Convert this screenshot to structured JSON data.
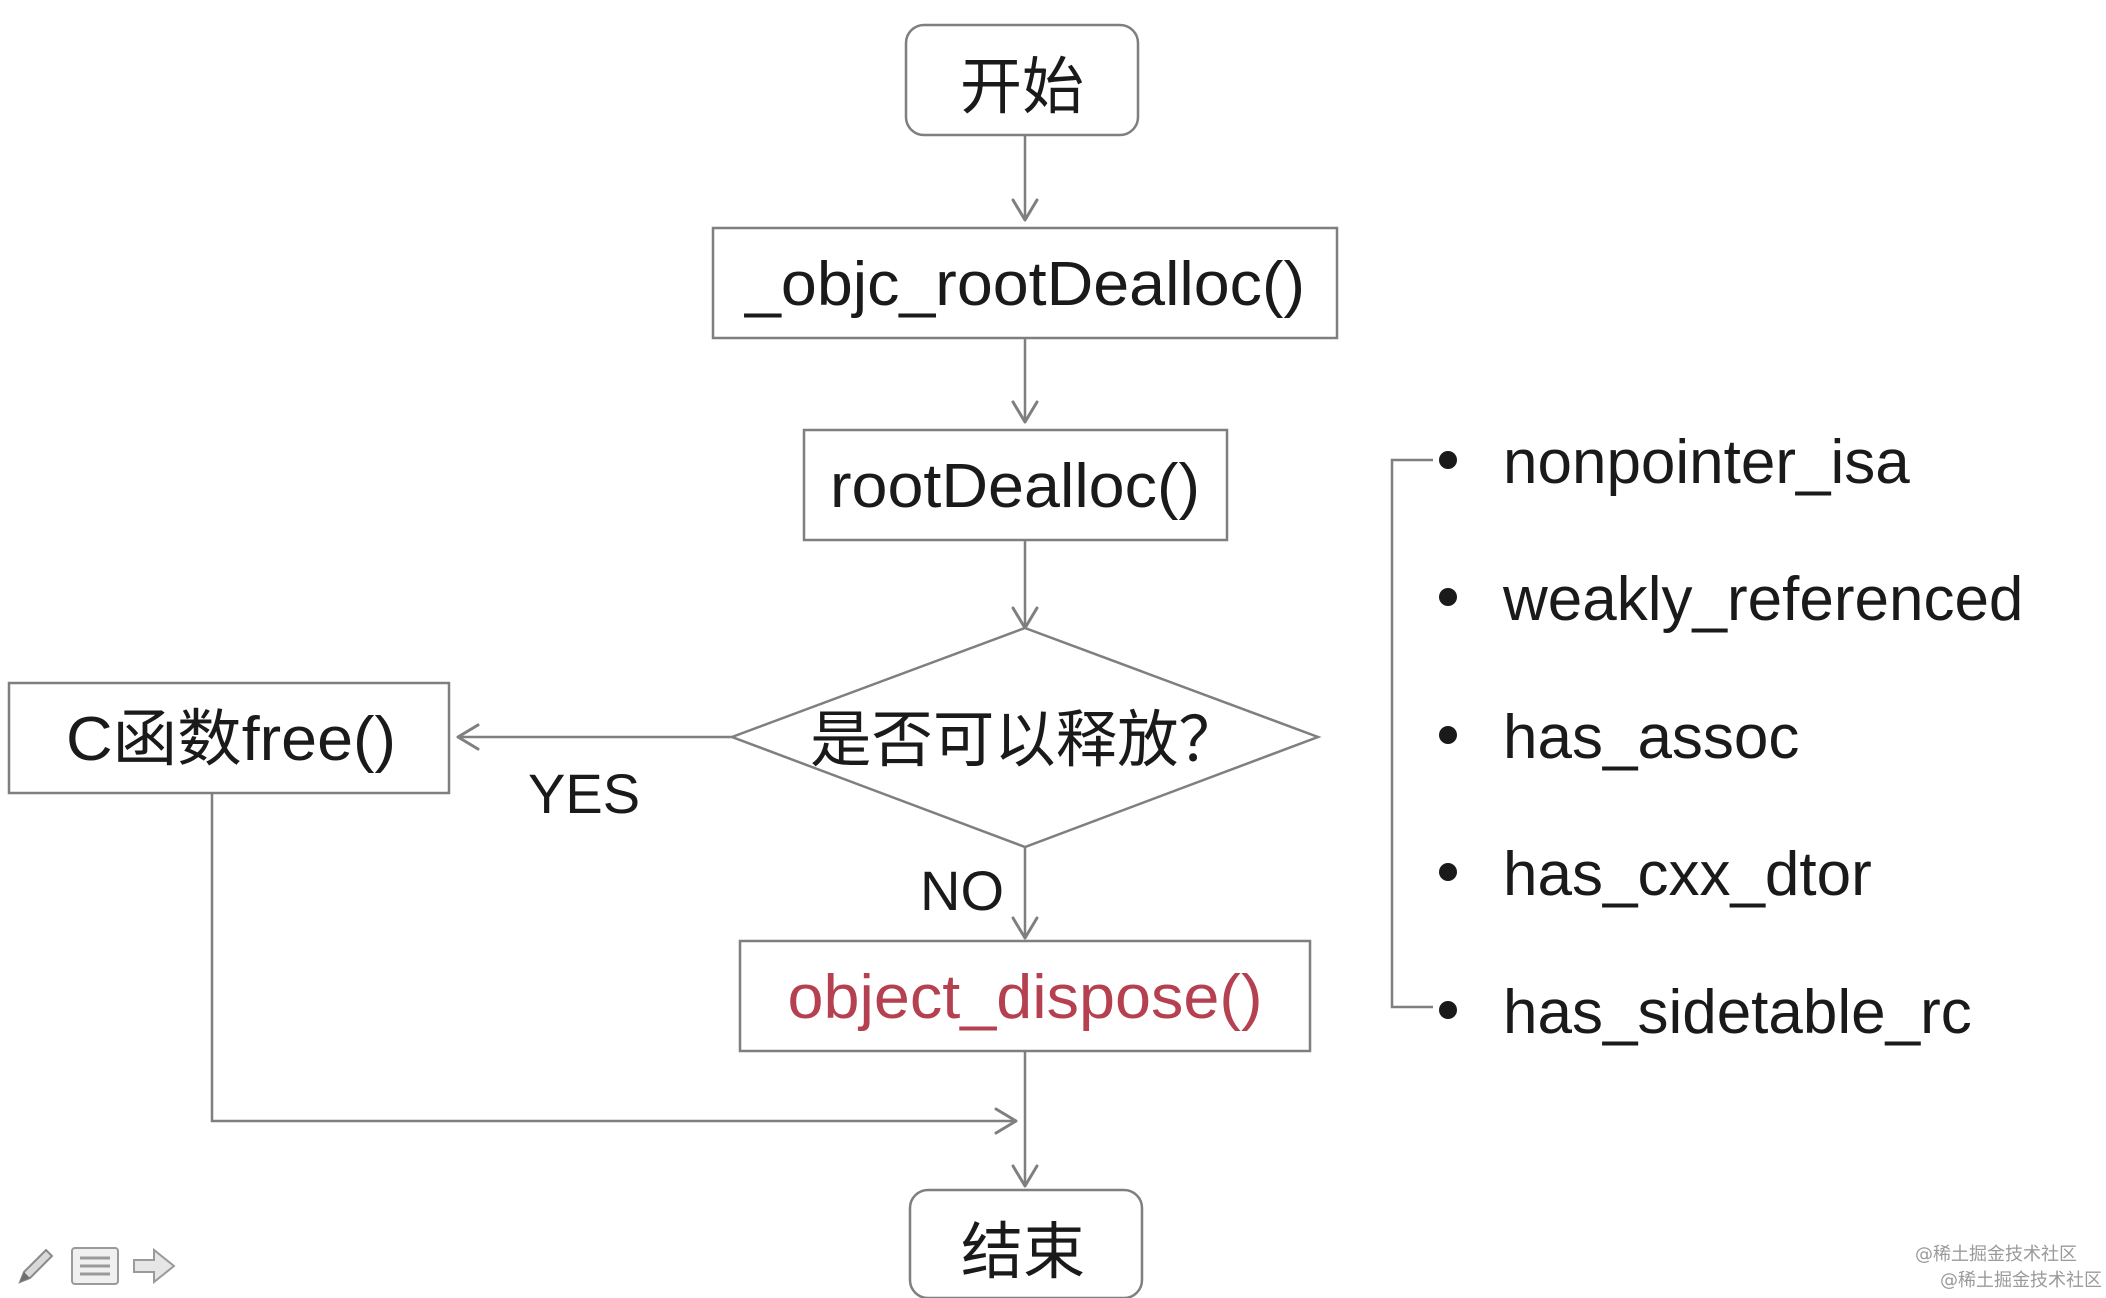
{
  "diagram": {
    "nodes": {
      "start": "开始",
      "objc_root_dealloc": "_objc_rootDealloc()",
      "root_dealloc": "rootDealloc()",
      "decision": "是否可以释放？",
      "c_free": "C函数free()",
      "object_dispose": "object_dispose()",
      "end": "结束"
    },
    "edge_labels": {
      "yes": "YES",
      "no": "NO"
    },
    "flags": [
      "nonpointer_isa",
      "weakly_referenced",
      "has_assoc",
      "has_cxx_dtor",
      "has_sidetable_rc"
    ],
    "colors": {
      "line": "#7f7f7f",
      "text": "#1a1a1a",
      "highlight_text": "#b5404f"
    }
  },
  "watermark": "@稀土掘金技术社区",
  "toolbar": {
    "icons": [
      "pencil-icon",
      "menu-icon",
      "next-arrow-icon"
    ]
  }
}
